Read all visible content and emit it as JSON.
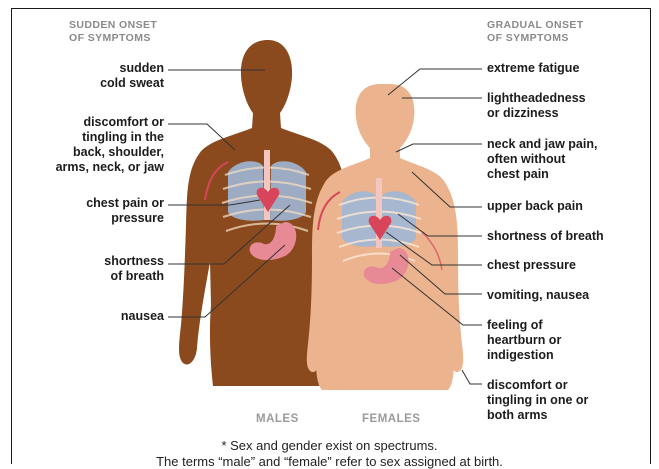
{
  "headers": {
    "left": "SUDDEN ONSET\nOF SYMPTOMS",
    "right": "GRADUAL ONSET\nOF SYMPTOMS"
  },
  "left_labels": [
    "sudden\ncold sweat",
    "discomfort or\ntingling in the\nback, shoulder,\narms, neck, or jaw",
    "chest pain or\npressure",
    "shortness\nof breath",
    "nausea"
  ],
  "right_labels": [
    "extreme fatigue",
    "lightheadedness\nor dizziness",
    "neck and jaw pain,\noften without\nchest pain",
    "upper back pain",
    "shortness of breath",
    "chest pressure",
    "vomiting, nausea",
    "feeling of\nheartburn or\nindigestion",
    "discomfort or\ntingling in one or\nboth arms"
  ],
  "captions": {
    "males": "MALES",
    "females": "FEMALES"
  },
  "footnote": {
    "line1": "* Sex and gender exist on spectrums.",
    "line2": "The terms “male” and “female” refer to sex assigned at birth."
  },
  "colors": {
    "male_skin": "#8a4a1d",
    "female_skin": "#ebb48e",
    "lungs": "#9fb7d6",
    "stomach": "#e88a96",
    "heart": "#d8455a"
  }
}
